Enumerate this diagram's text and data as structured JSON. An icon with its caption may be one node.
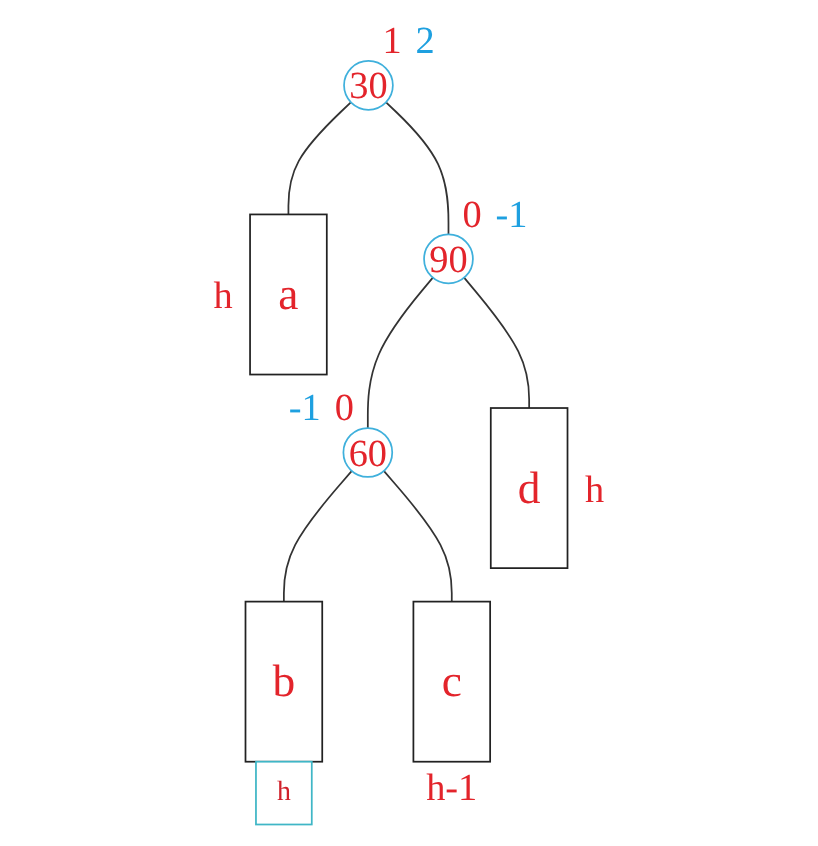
{
  "diagram": {
    "nodes": [
      {
        "text": [
          "30"
        ],
        "beside": [
          "1",
          "2"
        ]
      },
      {
        "text": [
          "a"
        ],
        "beside": [
          "h"
        ]
      },
      {
        "text": [
          "90"
        ],
        "beside": [
          "0",
          "-1"
        ]
      },
      {
        "text": [
          "60"
        ],
        "beside": [
          "-1",
          "0"
        ]
      },
      {
        "text": [
          "d"
        ],
        "beside": [
          "h"
        ]
      },
      {
        "text": [
          "b"
        ]
      },
      {
        "text": [
          "c"
        ],
        "beside": [
          "h-1"
        ]
      },
      {
        "text": [
          "h"
        ]
      }
    ],
    "edges": [
      {
        "from": 0,
        "to": 1,
        "arrow": "none"
      },
      {
        "from": 0,
        "to": 2,
        "arrow": "none"
      },
      {
        "from": 2,
        "to": 3,
        "arrow": "none"
      },
      {
        "from": 2,
        "to": 4,
        "arrow": "none"
      },
      {
        "from": 3,
        "to": 5,
        "arrow": "none"
      },
      {
        "from": 3,
        "to": 6,
        "arrow": "none"
      }
    ]
  }
}
